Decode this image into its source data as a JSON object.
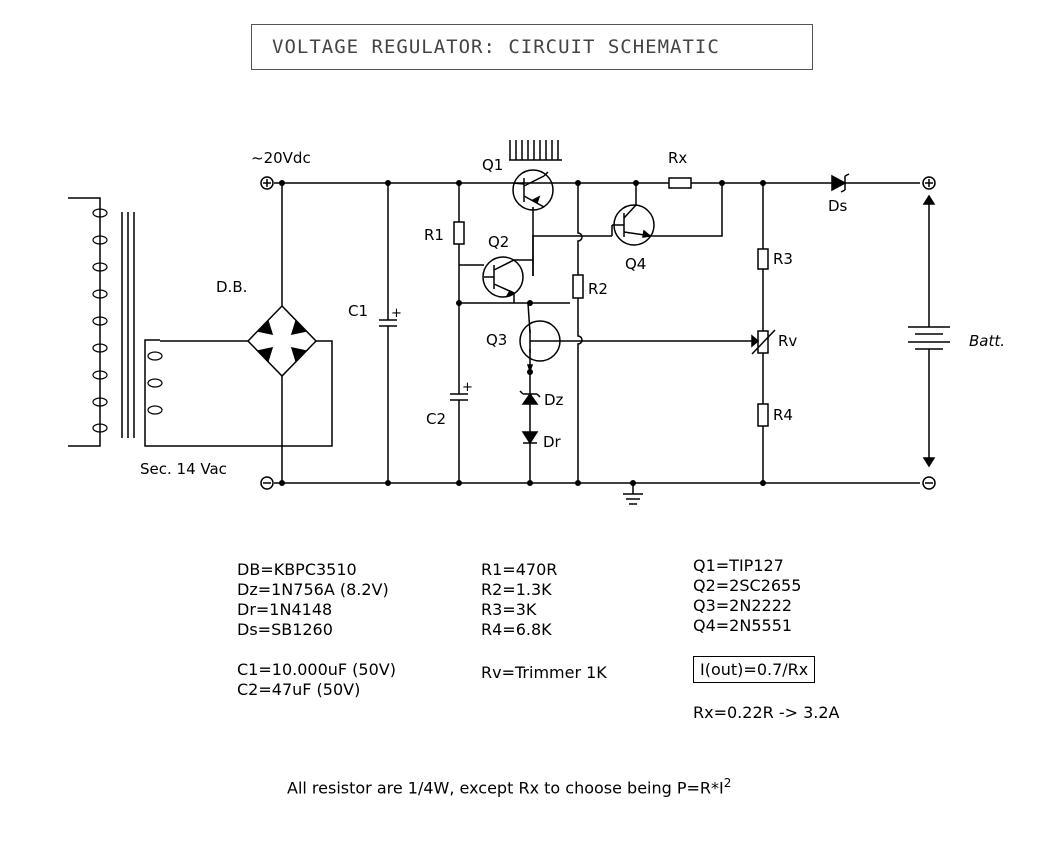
{
  "title": "VOLTAGE REGULATOR: CIRCUIT SCHEMATIC",
  "labels": {
    "supply": "~20Vdc",
    "db": "D.B.",
    "sec": "Sec. 14 Vac",
    "c1": "C1",
    "c2": "C2",
    "r1": "R1",
    "r2": "R2",
    "r3": "R3",
    "r4": "R4",
    "rx": "Rx",
    "rv": "Rv",
    "q1": "Q1",
    "q2": "Q2",
    "q3": "Q3",
    "q4": "Q4",
    "dz": "Dz",
    "dr": "Dr",
    "ds": "Ds",
    "batt": "Batt.",
    "plus_c1": "+",
    "plus_c2": "+"
  },
  "parts": {
    "col1": [
      "DB=KBPC3510",
      "Dz=1N756A (8.2V)",
      "Dr=1N4148",
      "Ds=SB1260",
      "",
      "C1=10.000uF (50V)",
      "C2=47uF (50V)"
    ],
    "col2": [
      "R1=470R",
      "R2=1.3K",
      "R3=3K",
      "R4=6.8K",
      "",
      "Rv=Trimmer 1K"
    ],
    "col3": [
      "Q1=TIP127",
      "Q2=2SC2655",
      "Q3=2N2222",
      "Q4=2N5551"
    ]
  },
  "formula": "I(out)=0.7/Rx",
  "rx_note": "Rx=0.22R -> 3.2A",
  "footnote": "All resistor are 1/4W, except Rx to choose being P=R*I",
  "footnote_sup": "2"
}
